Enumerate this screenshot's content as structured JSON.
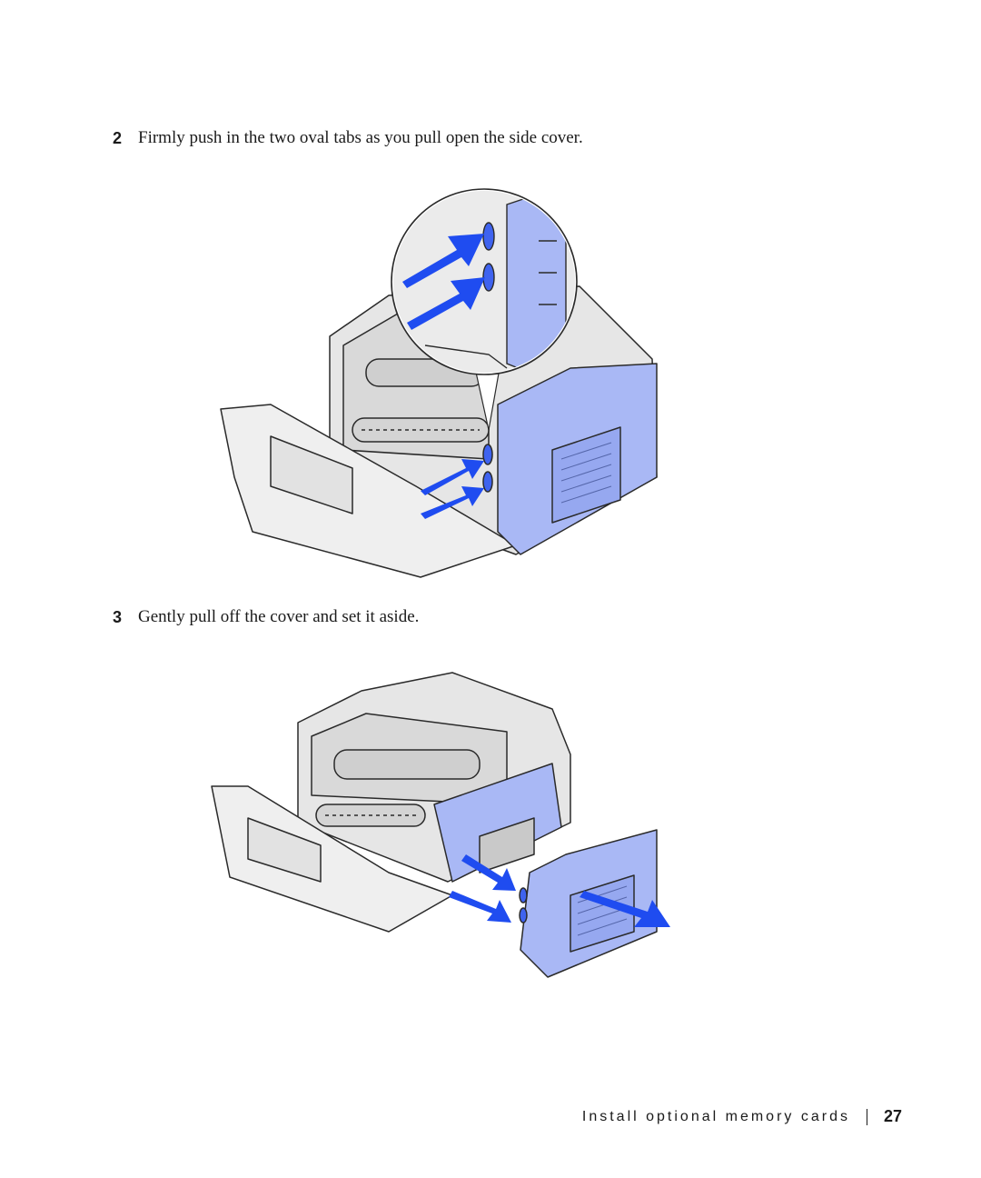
{
  "steps": [
    {
      "number": "2",
      "text": "Firmly push in the two oval tabs as you pull open the side cover."
    },
    {
      "number": "3",
      "text": "Gently pull off the cover and set it aside."
    }
  ],
  "figures": [
    {
      "icon": "printer-side-cover-tabs-illustration"
    },
    {
      "icon": "printer-side-cover-removed-illustration"
    }
  ],
  "colors": {
    "cover_blue": "#a9b8f5",
    "arrow_blue": "#1f4cf0",
    "outline": "#2a2a2a",
    "body_gray": "#e8e8e8"
  },
  "footer": {
    "section_title": "Install optional memory cards",
    "page_number": "27"
  }
}
